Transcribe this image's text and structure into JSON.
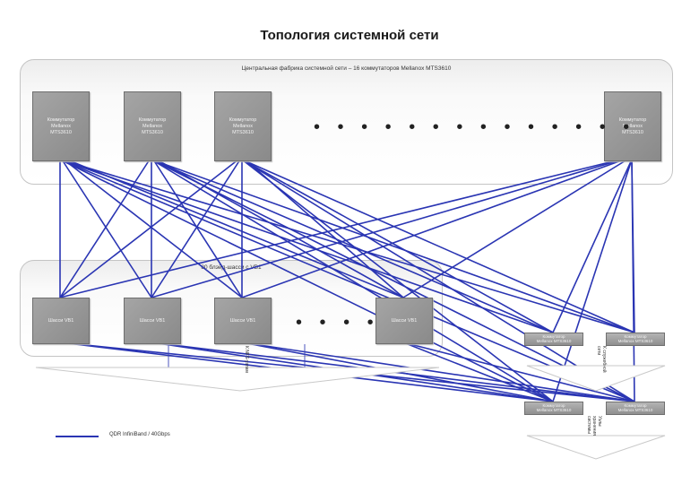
{
  "title": "Топология системной сети",
  "fabric": {
    "label": "Центральная фабрика системной сети – 16 коммутаторов Mellanox MTS3610",
    "switches": [
      "Коммутатор\nMellanox\nMTS3610",
      "Коммутатор\nMellanox\nMTS3610",
      "Коммутатор\nMellanox\nMTS3610",
      "Коммутатор\nMellanox\nMTS3610"
    ],
    "dots": "• • • • • • • • • • • • • •"
  },
  "chassis_group": {
    "label": "80 блэйд-шасси с VB1",
    "chassis": [
      "Шасси VB1",
      "Шасси VB1",
      "Шасси VB1",
      "Шасси VB1"
    ],
    "dots": "• • • •"
  },
  "edge_switches": [
    "Коммутатор\nMellanox MTS3610",
    "Коммутатор\nMellanox MTS3610",
    "Коммутатор\nMellanox MTS3610",
    "Коммутатор\nMellanox MTS3610"
  ],
  "vertical_labels": {
    "nfs": "К NFS-узлам",
    "service": "К служебной\nсети",
    "storage": "Узлы\nхранения\nсистемы"
  },
  "legend": {
    "text": "QDR InfiniBand / 40Gbps"
  },
  "colors": {
    "wire": "#2a35b3",
    "node": "#959595"
  }
}
